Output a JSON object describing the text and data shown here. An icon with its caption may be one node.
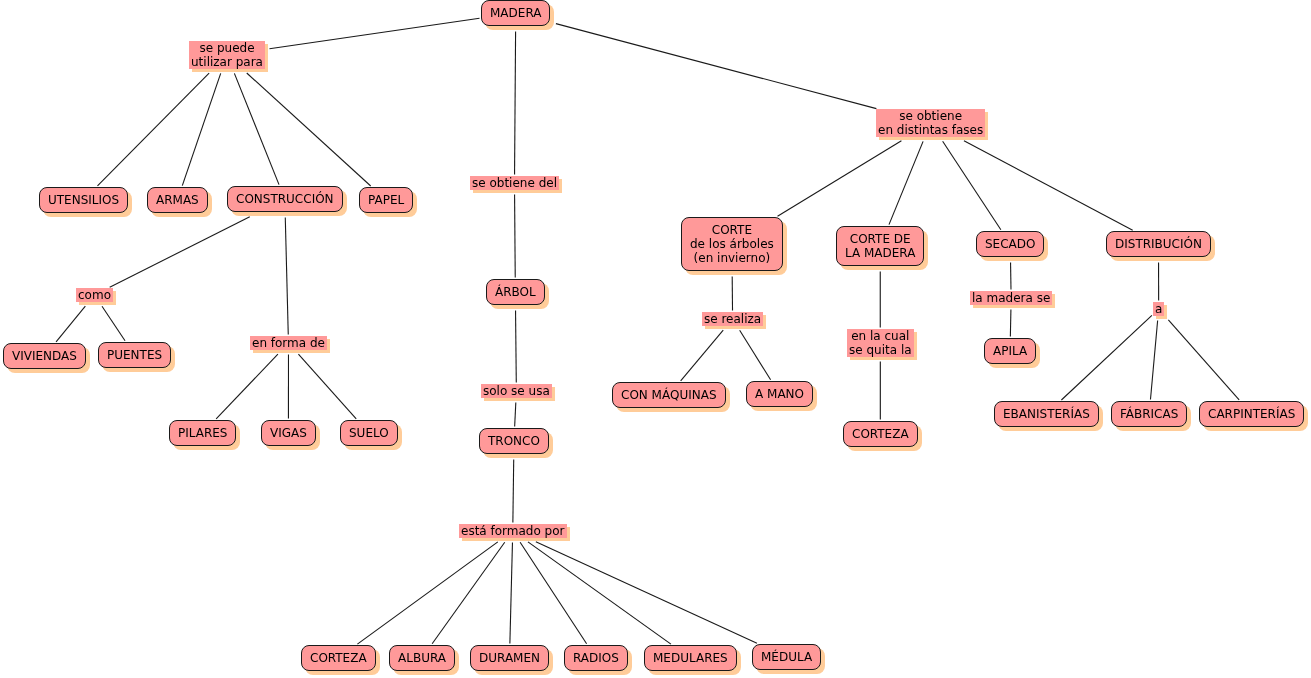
{
  "diagram": {
    "nodes": [
      {
        "text": [
          "MADERA"
        ]
      },
      {
        "text": [
          "se puede utilizar para"
        ]
      },
      {
        "text": [
          "UTENSILIOS"
        ]
      },
      {
        "text": [
          "ARMAS"
        ]
      },
      {
        "text": [
          "CONSTRUCCIÓN"
        ]
      },
      {
        "text": [
          "PAPEL"
        ]
      },
      {
        "text": [
          "como"
        ]
      },
      {
        "text": [
          "VIVIENDAS"
        ]
      },
      {
        "text": [
          "PUENTES"
        ]
      },
      {
        "text": [
          "en forma de"
        ]
      },
      {
        "text": [
          "PILARES"
        ]
      },
      {
        "text": [
          "VIGAS"
        ]
      },
      {
        "text": [
          "SUELO"
        ]
      },
      {
        "text": [
          "se obtiene del"
        ]
      },
      {
        "text": [
          "ÁRBOL"
        ]
      },
      {
        "text": [
          "solo se usa"
        ]
      },
      {
        "text": [
          "TRONCO"
        ]
      },
      {
        "text": [
          "está formado por"
        ]
      },
      {
        "text": [
          "CORTEZA"
        ]
      },
      {
        "text": [
          "ALBURA"
        ]
      },
      {
        "text": [
          "DURAMEN"
        ]
      },
      {
        "text": [
          "RADIOS"
        ]
      },
      {
        "text": [
          "MEDULARES"
        ]
      },
      {
        "text": [
          "MÉDULA"
        ]
      },
      {
        "text": [
          "se obtiene en distintas fases"
        ]
      },
      {
        "text": [
          "CORTE de los árboles (en invierno)"
        ]
      },
      {
        "text": [
          "CORTE DE LA MADERA"
        ]
      },
      {
        "text": [
          "SECADO"
        ]
      },
      {
        "text": [
          "DISTRIBUCIÓN"
        ]
      },
      {
        "text": [
          "se realiza"
        ]
      },
      {
        "text": [
          "CON MÁQUINAS"
        ]
      },
      {
        "text": [
          "A MANO"
        ]
      },
      {
        "text": [
          "en la cual se quita la"
        ]
      },
      {
        "text": [
          "CORTEZA"
        ]
      },
      {
        "text": [
          "la madera se"
        ]
      },
      {
        "text": [
          "APILA"
        ]
      },
      {
        "text": [
          "a"
        ]
      },
      {
        "text": [
          "EBANISTERÍAS"
        ]
      },
      {
        "text": [
          "FÁBRICAS"
        ]
      },
      {
        "text": [
          "CARPINTERÍAS"
        ]
      }
    ],
    "edges": [
      {
        "from": 0,
        "to": 1,
        "arrow": "none"
      },
      {
        "from": 1,
        "to": 2,
        "arrow": "none"
      },
      {
        "from": 1,
        "to": 3,
        "arrow": "none"
      },
      {
        "from": 1,
        "to": 4,
        "arrow": "none"
      },
      {
        "from": 1,
        "to": 5,
        "arrow": "none"
      },
      {
        "from": 4,
        "to": 6,
        "arrow": "none"
      },
      {
        "from": 6,
        "to": 7,
        "arrow": "none"
      },
      {
        "from": 6,
        "to": 8,
        "arrow": "none"
      },
      {
        "from": 4,
        "to": 9,
        "arrow": "none"
      },
      {
        "from": 9,
        "to": 10,
        "arrow": "none"
      },
      {
        "from": 9,
        "to": 11,
        "arrow": "none"
      },
      {
        "from": 9,
        "to": 12,
        "arrow": "none"
      },
      {
        "from": 0,
        "to": 13,
        "arrow": "none"
      },
      {
        "from": 13,
        "to": 14,
        "arrow": "none"
      },
      {
        "from": 14,
        "to": 15,
        "arrow": "none"
      },
      {
        "from": 15,
        "to": 16,
        "arrow": "none"
      },
      {
        "from": 16,
        "to": 17,
        "arrow": "none"
      },
      {
        "from": 17,
        "to": 18,
        "arrow": "none"
      },
      {
        "from": 17,
        "to": 19,
        "arrow": "none"
      },
      {
        "from": 17,
        "to": 20,
        "arrow": "none"
      },
      {
        "from": 17,
        "to": 21,
        "arrow": "none"
      },
      {
        "from": 17,
        "to": 22,
        "arrow": "none"
      },
      {
        "from": 17,
        "to": 23,
        "arrow": "none"
      },
      {
        "from": 0,
        "to": 24,
        "arrow": "none"
      },
      {
        "from": 24,
        "to": 25,
        "arrow": "none"
      },
      {
        "from": 24,
        "to": 26,
        "arrow": "none"
      },
      {
        "from": 24,
        "to": 27,
        "arrow": "none"
      },
      {
        "from": 24,
        "to": 28,
        "arrow": "none"
      },
      {
        "from": 25,
        "to": 29,
        "arrow": "none"
      },
      {
        "from": 29,
        "to": 30,
        "arrow": "none"
      },
      {
        "from": 29,
        "to": 31,
        "arrow": "none"
      },
      {
        "from": 26,
        "to": 32,
        "arrow": "none"
      },
      {
        "from": 32,
        "to": 33,
        "arrow": "none"
      },
      {
        "from": 27,
        "to": 34,
        "arrow": "none"
      },
      {
        "from": 34,
        "to": 35,
        "arrow": "none"
      },
      {
        "from": 28,
        "to": 36,
        "arrow": "none"
      },
      {
        "from": 36,
        "to": 37,
        "arrow": "none"
      },
      {
        "from": 36,
        "to": 38,
        "arrow": "none"
      },
      {
        "from": 36,
        "to": 39,
        "arrow": "none"
      }
    ]
  }
}
